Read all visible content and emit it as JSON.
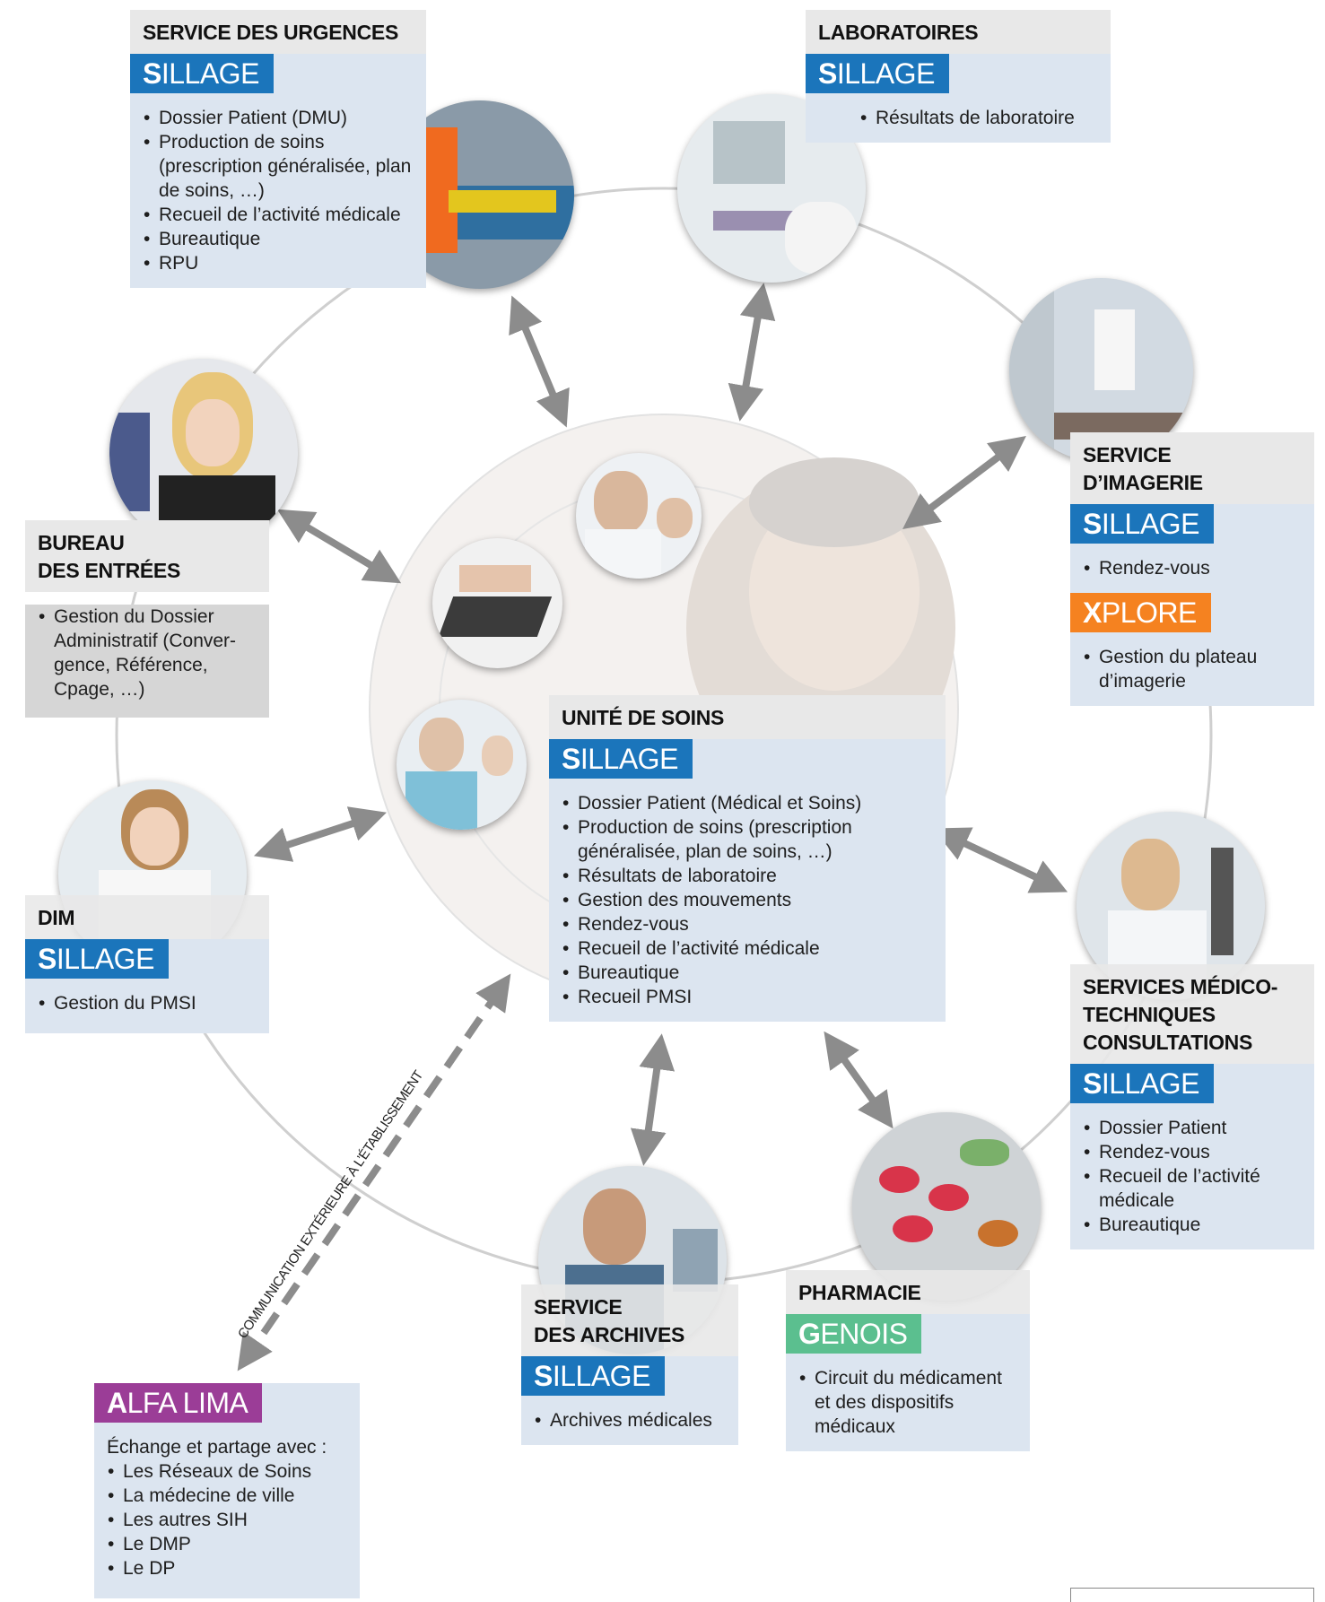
{
  "emergency": {
    "title": "SERVICE DES URGENCES",
    "app_first": "S",
    "app_rest": "ILLAGE",
    "items": [
      "Dossier Patient (DMU)",
      "Production de soins (prescription généralisée, plan de soins, …)",
      "Recueil de l’activité médicale",
      "Bureautique",
      "RPU"
    ]
  },
  "labs": {
    "title": "LABORATOIRES",
    "app_first": "S",
    "app_rest": "ILLAGE",
    "items": [
      "Résultats de laboratoire"
    ]
  },
  "imaging": {
    "title_l1": "SERVICE",
    "title_l2": "D’IMAGERIE",
    "app_first": "S",
    "app_rest": "ILLAGE",
    "items": [
      "Rendez-vous"
    ],
    "app2_first": "X",
    "app2_rest": "PLORE",
    "items2": [
      "Gestion du plateau d’imagerie"
    ]
  },
  "admissions": {
    "title_l1": "BUREAU",
    "title_l2": "DES ENTRÉES",
    "items": [
      "Gestion du Dossier Administratif (Conver-gence, Référence, Cpage, …)"
    ]
  },
  "care_unit": {
    "title": "UNITÉ DE SOINS",
    "app_first": "S",
    "app_rest": "ILLAGE",
    "items": [
      "Dossier Patient (Médical et Soins)",
      "Production de soins (prescription généralisée, plan de soins, …)",
      "Résultats de laboratoire",
      "Gestion des mouvements",
      "Rendez-vous",
      "Recueil de l’activité médicale",
      "Bureautique",
      "Recueil PMSI"
    ]
  },
  "dim": {
    "title": "DIM",
    "app_first": "S",
    "app_rest": "ILLAGE",
    "items": [
      "Gestion du PMSI"
    ]
  },
  "medtech": {
    "title_l1": "SERVICES MÉDICO-",
    "title_l2": "TECHNIQUES",
    "title_l3": "CONSULTATIONS",
    "app_first": "S",
    "app_rest": "ILLAGE",
    "items": [
      "Dossier Patient",
      "Rendez-vous",
      "Recueil de l’activité médicale",
      "Bureautique"
    ]
  },
  "pharmacy": {
    "title": "PHARMACIE",
    "app_first": "G",
    "app_rest": "ENOIS",
    "items": [
      "Circuit du médicament et des dispositifs médicaux"
    ]
  },
  "archives": {
    "title_l1": "SERVICE",
    "title_l2": "DES ARCHIVES",
    "app_first": "S",
    "app_rest": "ILLAGE",
    "items": [
      "Archives médicales"
    ]
  },
  "external": {
    "app_first": "A",
    "app_rest": "LFA LIMA",
    "intro": "Échange et partage avec :",
    "items": [
      "Les Réseaux de Soins",
      "La médecine de ville",
      "Les autres SIH",
      "Le DMP",
      "Le DP"
    ]
  },
  "dashed_label": "COMMUNICATION EXTÉRIEURE À L’ÉTABLISSEMENT",
  "colors": {
    "sillage": "#1b75bb",
    "xplore": "#f58220",
    "genois": "#5bbf8f",
    "alfa_lima": "#9b3d97",
    "box_body": "#dce5f0",
    "box_header": "#e8e8e8",
    "arrow": "#8c8c8c"
  }
}
